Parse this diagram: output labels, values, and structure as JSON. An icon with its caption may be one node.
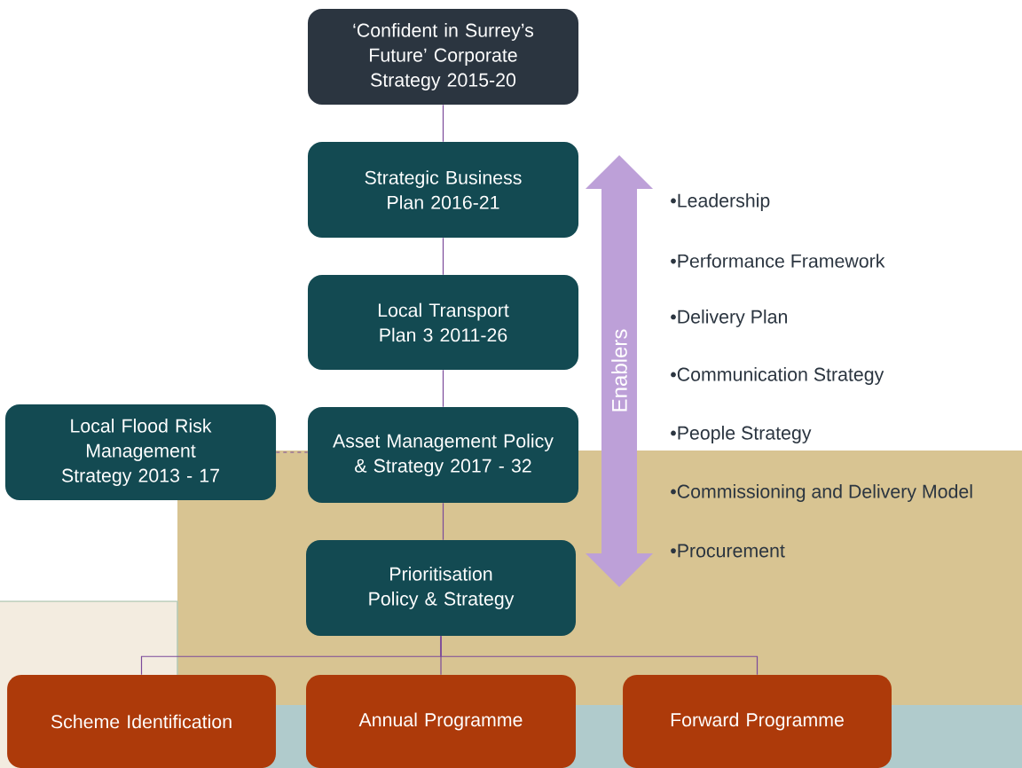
{
  "diagram": {
    "nodes": [
      {
        "text": [
          "‘Confident in Surrey’s Future’ Corporate Strategy 2015-20"
        ]
      },
      {
        "text": [
          "Strategic Business Plan 2016-21"
        ]
      },
      {
        "text": [
          "Local Transport Plan 3 2011-26"
        ]
      },
      {
        "text": [
          "Local Flood Risk Management Strategy 2013 - 17"
        ]
      },
      {
        "text": [
          "Asset Management Policy & Strategy 2017 - 32"
        ]
      },
      {
        "text": [
          "Prioritisation Policy & Strategy"
        ]
      },
      {
        "text": [
          "Scheme Identification"
        ]
      },
      {
        "text": [
          "Annual Programme"
        ]
      },
      {
        "text": [
          "Forward Programme"
        ]
      },
      {
        "text": [
          "Enablers"
        ]
      }
    ],
    "edges": [
      {
        "from": 0,
        "to": 1,
        "arrow": "none"
      },
      {
        "from": 1,
        "to": 2,
        "arrow": "none"
      },
      {
        "from": 2,
        "to": 4,
        "arrow": "none"
      },
      {
        "from": 3,
        "to": 4,
        "arrow": "none",
        "style": "dashed"
      },
      {
        "from": 4,
        "to": 5,
        "arrow": "none"
      },
      {
        "from": 5,
        "to": 6,
        "arrow": "none"
      },
      {
        "from": 5,
        "to": 7,
        "arrow": "none"
      },
      {
        "from": 5,
        "to": 8,
        "arrow": "none"
      }
    ],
    "labels": [
      "•Leadership",
      "•Performance Framework",
      "•Delivery Plan",
      "•Communication Strategy",
      "•People Strategy",
      "•Commissioning and Delivery Model",
      "•Procurement"
    ]
  }
}
